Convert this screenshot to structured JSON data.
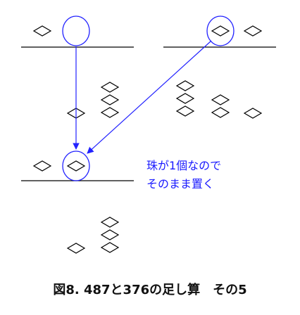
{
  "note": {
    "line1": "珠が1個なので",
    "line2": "そのまま置く"
  },
  "caption": "図8. 487と376の足し算　その5",
  "colors": {
    "accent": "#2222ff",
    "rod": "#000000",
    "bead": "#000000"
  }
}
